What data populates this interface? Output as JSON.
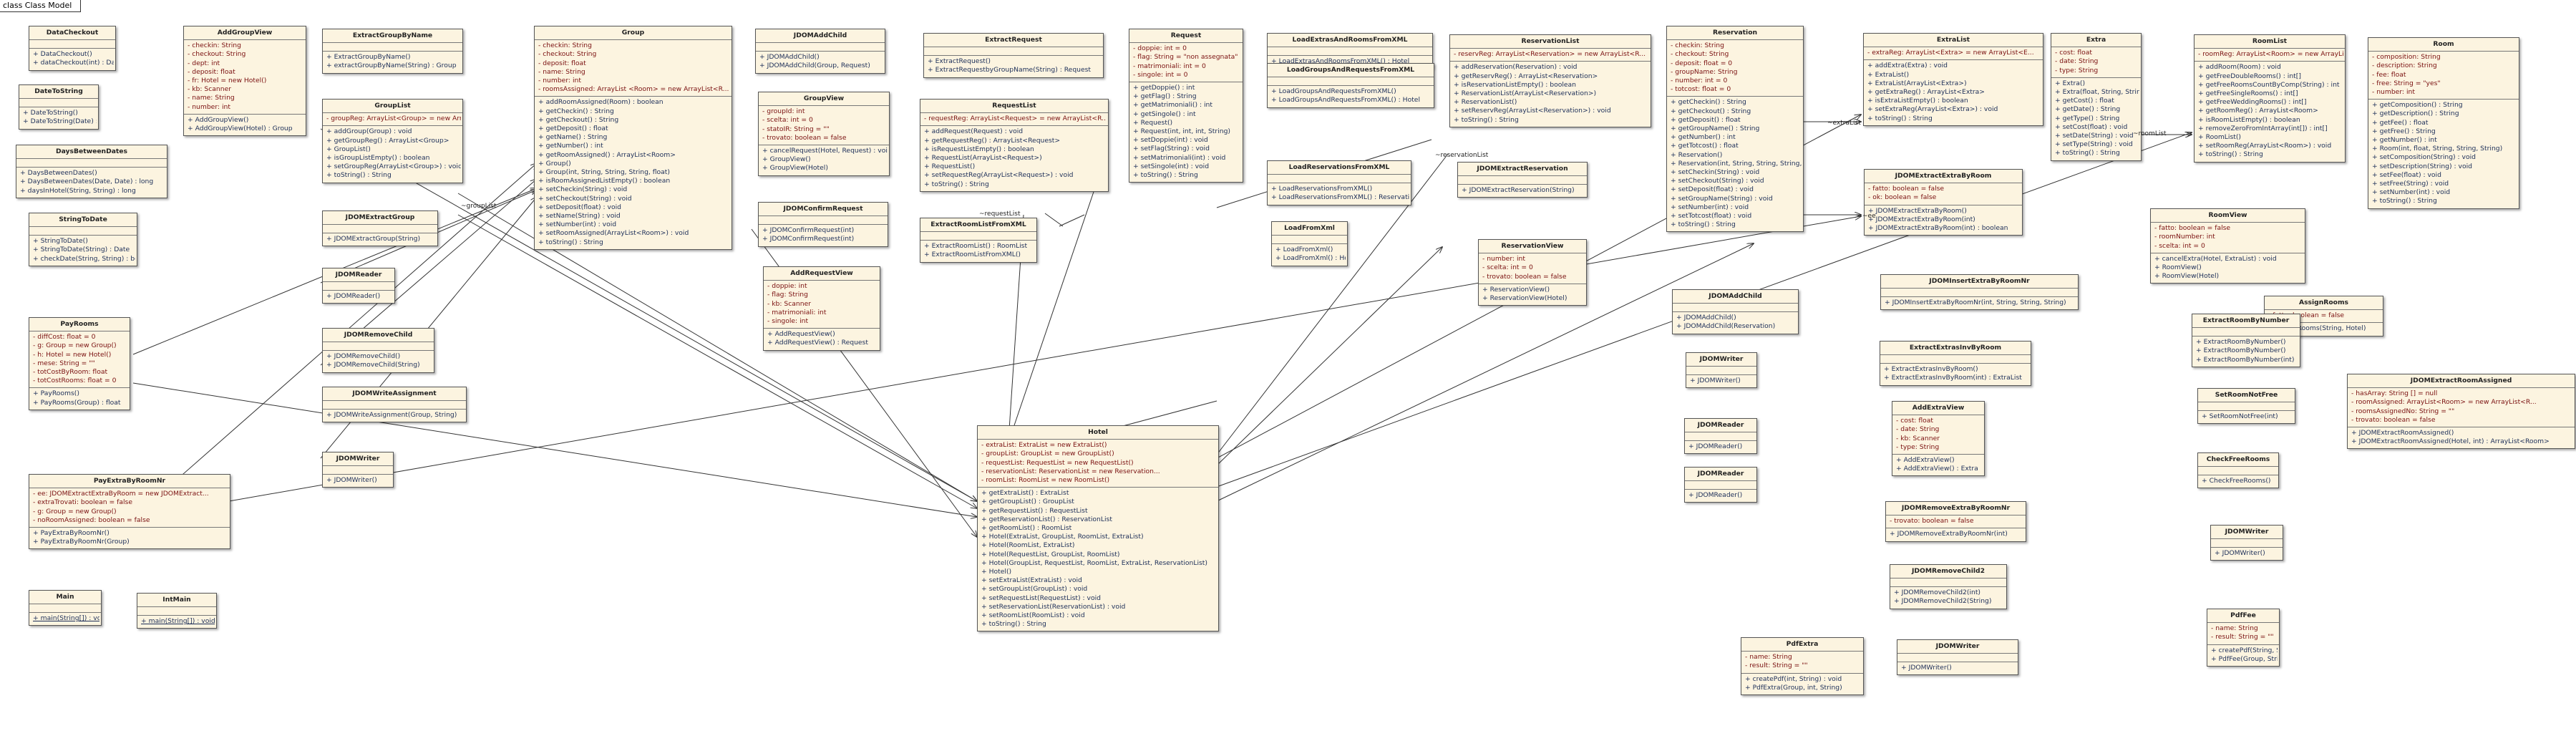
{
  "diagram_title": "class Class Model",
  "classes": [
    {
      "name": "DataCheckout",
      "attrs": [],
      "methods": [
        "+ DataCheckout()",
        "+ dataCheckout(int) : Date[]"
      ]
    },
    {
      "name": "AddGroupView",
      "attrs": [
        "- checkin: String",
        "- checkout: String",
        "- dept: int",
        "- deposit: float",
        "- fr: Hotel = new Hotel()",
        "- kb: Scanner",
        "- name: String",
        "- number: int"
      ],
      "methods": [
        "+ AddGroupView()",
        "+ AddGroupView(Hotel) : Group"
      ]
    },
    {
      "name": "ExtractGroupByName",
      "attrs": [],
      "methods": [
        "+ ExtractGroupByName()",
        "+ extractGroupByName(String) : Group"
      ]
    },
    {
      "name": "Group",
      "attrs": [
        "- checkin: String",
        "- checkout: String",
        "- deposit: float",
        "- name: String",
        "- number: int",
        "- roomsAssigned: ArrayList <Room> = new ArrayList<R..."
      ],
      "methods": [
        "+ addRoomAssigned(Room) : boolean",
        "+ getCheckin() : String",
        "+ getCheckout() : String",
        "+ getDeposit() : float",
        "+ getName() : String",
        "+ getNumber() : int",
        "+ getRoomAssigned() : ArrayList<Room>",
        "+ Group()",
        "+ Group(int, String, String, String, float)",
        "+ isRoomAssignedListEmpty() : boolean",
        "+ setCheckin(String) : void",
        "+ setCheckout(String) : void",
        "+ setDeposit(float) : void",
        "+ setName(String) : void",
        "+ setNumber(int) : void",
        "+ setRoomAssigned(ArrayList<Room>) : void",
        "+ toString() : String"
      ]
    },
    {
      "name": "JDOMAddChild",
      "attrs": [],
      "methods": [
        "+ JDOMAddChild()",
        "+ JDOMAddChild(Group, Request)"
      ]
    },
    {
      "name": "ExtractRequest",
      "attrs": [],
      "methods": [
        "+ ExtractRequest()",
        "+ ExtractRequestbyGroupName(String) : Request"
      ]
    },
    {
      "name": "Request",
      "attrs": [
        "- doppie: int = 0",
        "- flag: String = \"non assegnata\"",
        "- matrimoniali: int = 0",
        "- singole: int = 0"
      ],
      "methods": [
        "+ getDoppie() : int",
        "+ getFlag() : String",
        "+ getMatrimoniali() : int",
        "+ getSingole() : int",
        "+ Request()",
        "+ Request(int, int, int, String)",
        "+ setDoppie(int) : void",
        "+ setFlag(String) : void",
        "+ setMatrimoniali(int) : void",
        "+ setSingole(int) : void",
        "+ toString() : String"
      ]
    },
    {
      "name": "LoadExtrasAndRoomsFromXML",
      "attrs": [],
      "methods": [
        "+ LoadExtrasAndRoomsFromXML() : Hotel"
      ]
    },
    {
      "name": "ReservationList",
      "attrs": [
        "- reservReg: ArrayList<Reservation> = new ArrayList<R..."
      ],
      "methods": [
        "+ addReservation(Reservation) : void",
        "+ getReservReg() : ArrayList<Reservation>",
        "+ isReservationListEmpty() : boolean",
        "+ ReservationList(ArrayList<Reservation>)",
        "+ ReservationList()",
        "+ setReservReg(ArrayList<Reservation>) : void",
        "+ toString() : String"
      ]
    },
    {
      "name": "Reservation",
      "attrs": [
        "- checkin: String",
        "- checkout: String",
        "- deposit: float = 0",
        "- groupName: String",
        "- number: int = 0",
        "- totcost: float = 0"
      ],
      "methods": [
        "+ getCheckin() : String",
        "+ getCheckout() : String",
        "+ getDeposit() : float",
        "+ getGroupName() : String",
        "+ getNumber() : int",
        "+ getTotcost() : float",
        "+ Reservation()",
        "+ Reservation(int, String, String, String, float, float)",
        "+ setCheckin(String) : void",
        "+ setCheckout(String) : void",
        "+ setDeposit(float) : void",
        "+ setGroupName(String) : void",
        "+ setNumber(int) : void",
        "+ setTotcost(float) : void",
        "+ toString() : String"
      ]
    },
    {
      "name": "ExtraList",
      "attrs": [
        "- extraReg: ArrayList<Extra> = new ArrayList<E..."
      ],
      "methods": [
        "+ addExtra(Extra) : void",
        "+ ExtraList()",
        "+ ExtraList(ArrayList<Extra>)",
        "+ getExtraReg() : ArrayList<Extra>",
        "+ isExtraListEmpty() : boolean",
        "+ setExtraReg(ArrayList<Extra>) : void",
        "+ toString() : String"
      ]
    },
    {
      "name": "Extra",
      "attrs": [
        "- cost: float",
        "- date: String",
        "- type: String"
      ],
      "methods": [
        "+ Extra()",
        "+ Extra(float, String, String)",
        "+ getCost() : float",
        "+ getDate() : String",
        "+ getType() : String",
        "+ setCost(float) : void",
        "+ setDate(String) : void",
        "+ setType(String) : void",
        "+ toString() : String"
      ]
    },
    {
      "name": "RoomList",
      "attrs": [
        "- roomReg: ArrayList<Room> = new ArrayList<R..."
      ],
      "methods": [
        "+ addRoom(Room) : void",
        "+ getFreeDoubleRooms() : int[]",
        "+ getFreeRoomsCountByComp(String) : int",
        "+ getFreeSingleRooms() : int[]",
        "+ getFreeWeddingRooms() : int[]",
        "+ getRoomReg() : ArrayList<Room>",
        "+ isRoomListEmpty() : boolean",
        "+ removeZeroFromIntArray(int[]) : int[]",
        "+ RoomList()",
        "+ setRoomReg(ArrayList<Room>) : void",
        "+ toString() : String"
      ]
    },
    {
      "name": "Room",
      "attrs": [
        "- composition: String",
        "- description: String",
        "- fee: float",
        "- free: String = \"yes\"",
        "- number: int"
      ],
      "methods": [
        "+ getComposition() : String",
        "+ getDescription() : String",
        "+ getFee() : float",
        "+ getFree() : String",
        "+ getNumber() : int",
        "+ Room(int, float, String, String, String)",
        "+ setComposition(String) : void",
        "+ setDescription(String) : void",
        "+ setFee(float) : void",
        "+ setFree(String) : void",
        "+ setNumber(int) : void",
        "+ toString() : String"
      ]
    },
    {
      "name": "DateToString",
      "attrs": [],
      "methods": [
        "+ DateToString()",
        "+ DateToString(Date) : String"
      ]
    },
    {
      "name": "GroupList",
      "attrs": [
        "- groupReg: ArrayList<Group> = new ArrayList<G..."
      ],
      "methods": [
        "+ addGroup(Group) : void",
        "+ getGroupReg() : ArrayList<Group>",
        "+ GroupList()",
        "+ isGroupListEmpty() : boolean",
        "+ setGroupReg(ArrayList<Group>) : void",
        "+ toString() : String"
      ]
    },
    {
      "name": "GroupView",
      "attrs": [
        "- groupId: int",
        "- scelta: int = 0",
        "- statoIR: String = \"\"",
        "- trovato: boolean = false"
      ],
      "methods": [
        "+ cancelRequest(Hotel, Request) : void",
        "+ GroupView()",
        "+ GroupView(Hotel)"
      ]
    },
    {
      "name": "RequestList",
      "attrs": [
        "- requestReg: ArrayList<Request> = new ArrayList<R..."
      ],
      "methods": [
        "+ addRequest(Request) : void",
        "+ getRequestReg() : ArrayList<Request>",
        "+ isRequestListEmpty() : boolean",
        "+ RequestList(ArrayList<Request>)",
        "+ RequestList()",
        "+ setRequestReg(ArrayList<Request>) : void",
        "+ toString() : String"
      ]
    },
    {
      "name": "LoadGroupsAndRequestsFromXML",
      "attrs": [],
      "methods": [
        "+ LoadGroupsAndRequestsFromXML()",
        "+ LoadGroupsAndRequestsFromXML() : Hotel"
      ]
    },
    {
      "name": "DaysBetweenDates",
      "attrs": [],
      "methods": [
        "+ DaysBetweenDates()",
        "+ DaysBetweenDates(Date, Date) : long",
        "+ daysInHotel(String, String) : long"
      ]
    },
    {
      "name": "LoadReservationsFromXML",
      "attrs": [],
      "methods": [
        "+ LoadReservationsFromXML()",
        "+ LoadReservationsFromXML() : ReservationList"
      ]
    },
    {
      "name": "JDOMExtractReservation",
      "attrs": [],
      "methods": [
        "+ JDOMExtractReservation(String)"
      ]
    },
    {
      "name": "JDOMExtractExtraByRoom",
      "attrs": [
        "- fatto: boolean = false",
        "- ok: boolean = false"
      ],
      "methods": [
        "+ JDOMExtractExtraByRoom()",
        "+ JDOMExtractExtraByRoom(int)",
        "+ JDOMExtractExtraByRoom(int) : boolean"
      ]
    },
    {
      "name": "RoomView",
      "attrs": [
        "- fatto: boolean = false",
        "- roomNumber: int",
        "- scelta: int = 0"
      ],
      "methods": [
        "+ cancelExtra(Hotel, ExtraList) : void",
        "+ RoomView()",
        "+ RoomView(Hotel)"
      ]
    },
    {
      "name": "StringToDate",
      "attrs": [],
      "methods": [
        "+ StringToDate()",
        "+ StringToDate(String) : Date",
        "+ checkDate(String, String) : boolean"
      ]
    },
    {
      "name": "JDOMExtractGroup",
      "attrs": [],
      "methods": [
        "+ JDOMExtractGroup(String)"
      ]
    },
    {
      "name": "JDOMConfirmRequest",
      "attrs": [],
      "methods": [
        "+ JDOMConfirmRequest(int)",
        "+ JDOMConfirmRequest(int)"
      ]
    },
    {
      "name": "ExtractRoomListFromXML",
      "attrs": [],
      "methods": [
        "+ ExtractRoomList() : RoomList",
        "+ ExtractRoomListFromXML()"
      ]
    },
    {
      "name": "LoadFromXml",
      "attrs": [],
      "methods": [
        "+ LoadFromXml()",
        "+ LoadFromXml() : Hotel"
      ]
    },
    {
      "name": "ReservationView",
      "attrs": [
        "- number: int",
        "- scelta: int = 0",
        "- trovato: boolean = false"
      ],
      "methods": [
        "+ ReservationView()",
        "+ ReservationView(Hotel)"
      ]
    },
    {
      "name": "JDOMInsertExtraByRoomNr",
      "attrs": [],
      "methods": [
        "+ JDOMInsertExtraByRoomNr(int, String, String, String)"
      ]
    },
    {
      "name": "AssignRooms",
      "attrs": [
        "- fatto: boolean = false"
      ],
      "methods": [
        "+ AssignRooms(String, Hotel)"
      ]
    },
    {
      "name": "JDOMReader",
      "attrs": [],
      "methods": [
        "+ JDOMReader()"
      ]
    },
    {
      "name": "AddRequestView",
      "attrs": [
        "- doppie: int",
        "- flag: String",
        "- kb: Scanner",
        "- matrimoniali: int",
        "- singole: int"
      ],
      "methods": [
        "+ AddRequestView()",
        "+ AddRequestView() : Request"
      ]
    },
    {
      "name": "PayRooms",
      "attrs": [
        "- diffCost: float = 0",
        "- g: Group = new Group()",
        "- h: Hotel = new Hotel()",
        "- mese: String = \"\"",
        "- totCostByRoom: float",
        "- totCostRooms: float = 0"
      ],
      "methods": [
        "+ PayRooms()",
        "+ PayRooms(Group) : float"
      ]
    },
    {
      "name": "JDOMRemoveChild",
      "attrs": [],
      "methods": [
        "+ JDOMRemoveChild()",
        "+ JDOMRemoveChild(String)"
      ]
    },
    {
      "name": "JDOMAddChild",
      "attrs": [],
      "methods": [
        "+ JDOMAddChild()",
        "+ JDOMAddChild(Reservation)"
      ]
    },
    {
      "name": "ExtractRoomByNumber",
      "attrs": [],
      "methods": [
        "+ ExtractRoomByNumber()",
        "+ ExtractRoomByNumber()",
        "+ ExtractRoomByNumber(int)"
      ]
    },
    {
      "name": "JDOMWriteAssignment",
      "attrs": [],
      "methods": [
        "+ JDOMWriteAssignment(Group, String)"
      ]
    },
    {
      "name": "JDOMWriter",
      "attrs": [],
      "methods": [
        "+ JDOMWriter()"
      ]
    },
    {
      "name": "ExtractExtrasInvByRoom",
      "attrs": [],
      "methods": [
        "+ ExtractExtrasInvByRoom()",
        "+ ExtractExtrasInvByRoom(int) : ExtraList"
      ]
    },
    {
      "name": "SetRoomNotFree",
      "attrs": [],
      "methods": [
        "+ SetRoomNotFree(int)"
      ]
    },
    {
      "name": "JDOMExtractRoomAssigned",
      "attrs": [
        "- hasArray: String [] = null",
        "- roomAssigned: ArrayList<Room> = new ArrayList<R...",
        "- roomsAssignedNo: String = \"\"",
        "- trovato: boolean = false"
      ],
      "methods": [
        "+ JDOMExtractRoomAssigned()",
        "+ JDOMExtractRoomAssigned(Hotel, int) : ArrayList<Room>"
      ]
    },
    {
      "name": "JDOMWriter",
      "attrs": [],
      "methods": [
        "+ JDOMWriter()"
      ]
    },
    {
      "name": "AddExtraView",
      "attrs": [
        "- cost: float",
        "- date: String",
        "- kb: Scanner",
        "- type: String"
      ],
      "methods": [
        "+ AddExtraView()",
        "+ AddExtraView() : Extra"
      ]
    },
    {
      "name": "Hotel",
      "attrs": [
        "- extraList: ExtraList = new ExtraList()",
        "- groupList: GroupList = new GroupList()",
        "- requestList: RequestList = new RequestList()",
        "- reservationList: ReservationList = new Reservation...",
        "- roomList: RoomList = new RoomList()"
      ],
      "methods": [
        "+ getExtraList() : ExtraList",
        "+ getGroupList() : GroupList",
        "+ getRequestList() : RequestList",
        "+ getReservationList() : ReservationList",
        "+ getRoomList() : RoomList",
        "+ Hotel(ExtraList, GroupList, RoomList, ExtraList)",
        "+ Hotel(RoomList, ExtraList)",
        "+ Hotel(RequestList, GroupList, RoomList)",
        "+ Hotel(GroupList, RequestList, RoomList, ExtraList, ReservationList)",
        "+ Hotel()",
        "+ setExtraList(ExtraList) : void",
        "+ setGroupList(GroupList) : void",
        "+ setRequestList(RequestList) : void",
        "+ setReservationList(ReservationList) : void",
        "+ setRoomList(RoomList) : void",
        "+ toString() : String"
      ]
    },
    {
      "name": "JDOMReader",
      "attrs": [],
      "methods": [
        "+ JDOMReader()"
      ]
    },
    {
      "name": "CheckFreeRooms",
      "attrs": [],
      "methods": [
        "+ CheckFreeRooms()"
      ]
    },
    {
      "name": "PayExtraByRoomNr",
      "attrs": [
        "- ee: JDOMExtractExtraByRoom = new JDOMExtract...",
        "- extraTrovati: boolean = false",
        "- g: Group = new Group()",
        "- noRoomAssigned: boolean = false"
      ],
      "methods": [
        "+ PayExtraByRoomNr()",
        "+ PayExtraByRoomNr(Group)"
      ]
    },
    {
      "name": "JDOMWriter",
      "attrs": [],
      "methods": [
        "+ JDOMWriter()"
      ]
    },
    {
      "name": "JDOMRemoveExtraByRoomNr",
      "attrs": [
        "- trovato: boolean = false"
      ],
      "methods": [
        "+ JDOMRemoveExtraByRoomNr(int)"
      ]
    },
    {
      "name": "JDOMReader",
      "attrs": [],
      "methods": [
        "+ JDOMReader()"
      ]
    },
    {
      "name": "JDOMRemoveChild2",
      "attrs": [],
      "methods": [
        "+ JDOMRemoveChild2(int)",
        "+ JDOMRemoveChild2(String)"
      ]
    },
    {
      "name": "Main",
      "attrs": [],
      "methods": [
        "+ main(String[]) : void"
      ]
    },
    {
      "name": "IntMain",
      "attrs": [],
      "methods": [
        "+ main(String[]) : void"
      ]
    },
    {
      "name": "PdfFee",
      "attrs": [
        "- name: String",
        "- result: String = \"\""
      ],
      "methods": [
        "+ createPdf(String, String) : void",
        "+ PdfFee(Group, String)"
      ]
    },
    {
      "name": "PdfExtra",
      "attrs": [
        "- name: String",
        "- result: String = \"\""
      ],
      "methods": [
        "+ createPdf(int, String) : void",
        "+ PdfExtra(Group, int, String)"
      ]
    },
    {
      "name": "JDOMWriter",
      "attrs": [],
      "methods": [
        "+ JDOMWriter()"
      ]
    }
  ],
  "assoc_labels": [
    "~groupList",
    "~requestList",
    "~reservationList",
    "~extraList",
    "~roomList",
    "~ee"
  ]
}
